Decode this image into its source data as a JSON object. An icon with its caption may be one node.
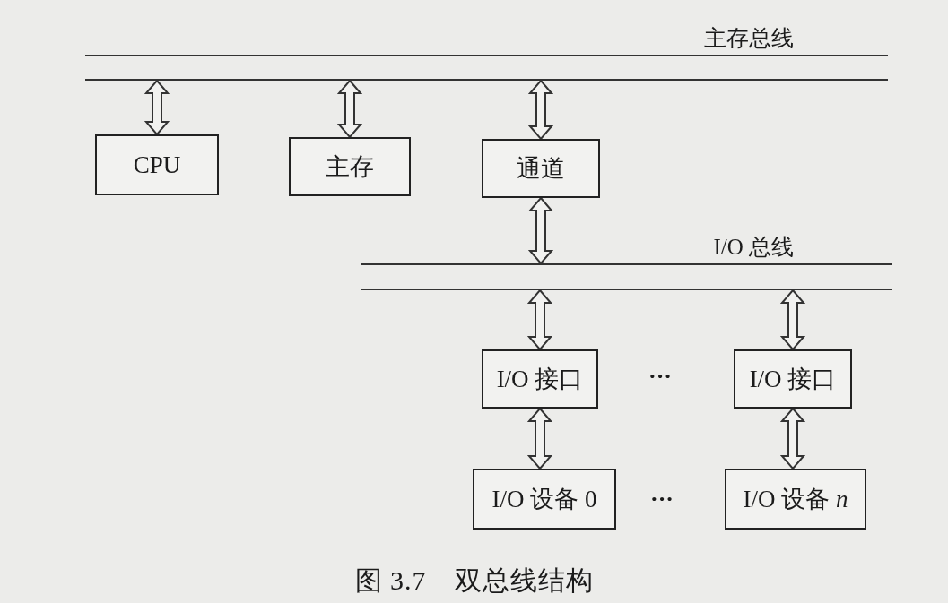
{
  "diagram": {
    "caption": "图 3.7　双总线结构",
    "nodes": [
      {
        "text": [
          "主存总线"
        ]
      },
      {
        "text": [
          "CPU"
        ]
      },
      {
        "text": [
          "主存"
        ]
      },
      {
        "text": [
          "通道"
        ]
      },
      {
        "text": [
          "I/O 总线"
        ]
      },
      {
        "text": [
          "I/O 接口"
        ]
      },
      {
        "text": [
          "I/O 接口"
        ]
      },
      {
        "text": [
          "I/O 设备 0"
        ]
      },
      {
        "text": [
          "I/O 设备 *n*"
        ]
      }
    ],
    "edges": [
      {
        "from": 0,
        "to": 1,
        "arrow": "both"
      },
      {
        "from": 0,
        "to": 2,
        "arrow": "both"
      },
      {
        "from": 0,
        "to": 3,
        "arrow": "both"
      },
      {
        "from": 3,
        "to": 4,
        "arrow": "both"
      },
      {
        "from": 4,
        "to": 5,
        "arrow": "both"
      },
      {
        "from": 4,
        "to": 6,
        "arrow": "both"
      },
      {
        "from": 5,
        "to": 7,
        "arrow": "both"
      },
      {
        "from": 6,
        "to": 8,
        "arrow": "both"
      }
    ],
    "labels": [
      "···",
      "···"
    ]
  }
}
